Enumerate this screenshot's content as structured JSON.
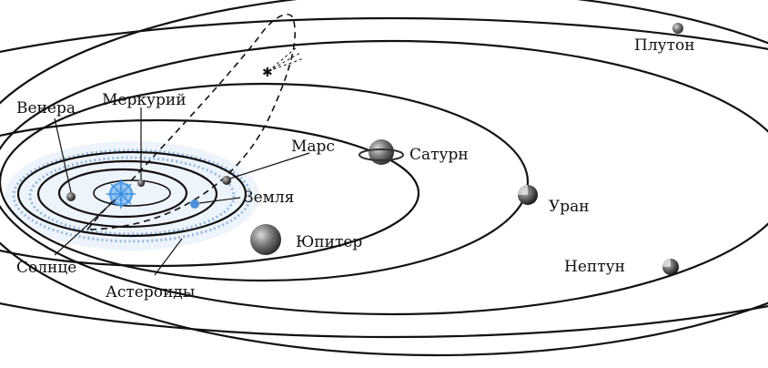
{
  "labels": {
    "pluto": "Плутон",
    "venus": "Венера",
    "mercury": "Меркурий",
    "mars": "Марс",
    "saturn": "Сатурн",
    "earth": "Земля",
    "uranus": "Уран",
    "jupiter": "Юпитер",
    "neptune": "Нептун",
    "sun": "Солнце",
    "asteroids": "Астероиды"
  },
  "colors": {
    "sun": "#3a8fe0",
    "asteroid_belt": "#8fb3d9",
    "earth": "#4f8fd8",
    "orbit": "#111111"
  }
}
